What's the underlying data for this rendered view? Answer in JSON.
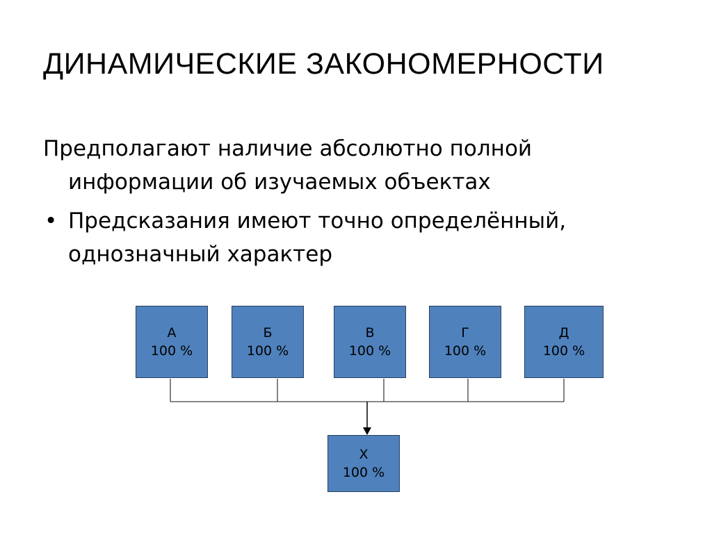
{
  "slide": {
    "title": "ДИНАМИЧЕСКИЕ ЗАКОНОМЕРНОСТИ",
    "paragraph": {
      "line1": "Предполагают наличие абсолютно полной",
      "line2": "информации об изучаемых объектах"
    },
    "bullet": {
      "marker": "•",
      "line1": "Предсказания имеют точно определённый,",
      "line2": "однозначный характер"
    }
  },
  "diagram": {
    "box_color": "#4f81bd",
    "inputs": [
      {
        "label": "А",
        "value": "100 %"
      },
      {
        "label": "Б",
        "value": "100 %"
      },
      {
        "label": "В",
        "value": "100 %"
      },
      {
        "label": "Г",
        "value": "100 %"
      },
      {
        "label": "Д",
        "value": "100 %"
      }
    ],
    "output": {
      "label": "Х",
      "value": "100 %"
    }
  }
}
